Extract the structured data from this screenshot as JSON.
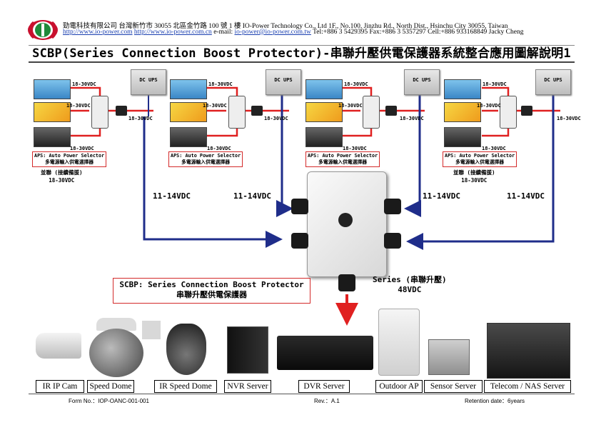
{
  "header": {
    "line1": "勁電科技有限公司  台灣新竹市 30055 北區金竹路 100 號 1 樓 IO-Power Technology Co., Ltd    1F., No.100, Jinzhu Rd., North Dist., Hsinchu City 30055, Taiwan",
    "link1": "http://www.io-power.com",
    "link2": "http://www.io-power.com.cn",
    "email_label": " e-mail: ",
    "email": "io-power@io-power.com.tw",
    "contact": " Tel:+886 3 5429395 Fax:+886 3 5357297 Cell:+886 933168849 Jacky Cheng"
  },
  "title": "SCBP(Series Connection Boost Protector)-串聯升壓供電保護器系統整合應用圖解說明1",
  "input_voltage": "18-30VDC",
  "ups_label": "DC UPS",
  "aps_line1": "APS: Auto Power Selector",
  "aps_line2": "多電源輸入供電選擇器",
  "parallel_line1": "並聯 (接續備援)",
  "parallel_line2": "18-30VDC",
  "low_voltage": "11-14VDC",
  "series_line1": "Series (串聯升壓)",
  "series_line2": "48VDC",
  "scbp_line1": "SCBP: Series Connection Boost Protector",
  "scbp_line2": "串聯升壓供電保護器",
  "devices": [
    "IR IP Cam",
    "Speed Dome",
    "IR Speed Dome",
    "NVR Server",
    "DVR Server",
    "Outdoor AP",
    "Sensor Server",
    "Telecom / NAS Server"
  ],
  "footer": {
    "form_no": "Form No.：IOP-OANC-001-001",
    "rev": "Rev.：A.1",
    "retention": "Retention date：6years"
  },
  "colors": {
    "red_line": "#e02020",
    "blue_line": "#1f2d8a",
    "box_border": "#d42a2a"
  }
}
